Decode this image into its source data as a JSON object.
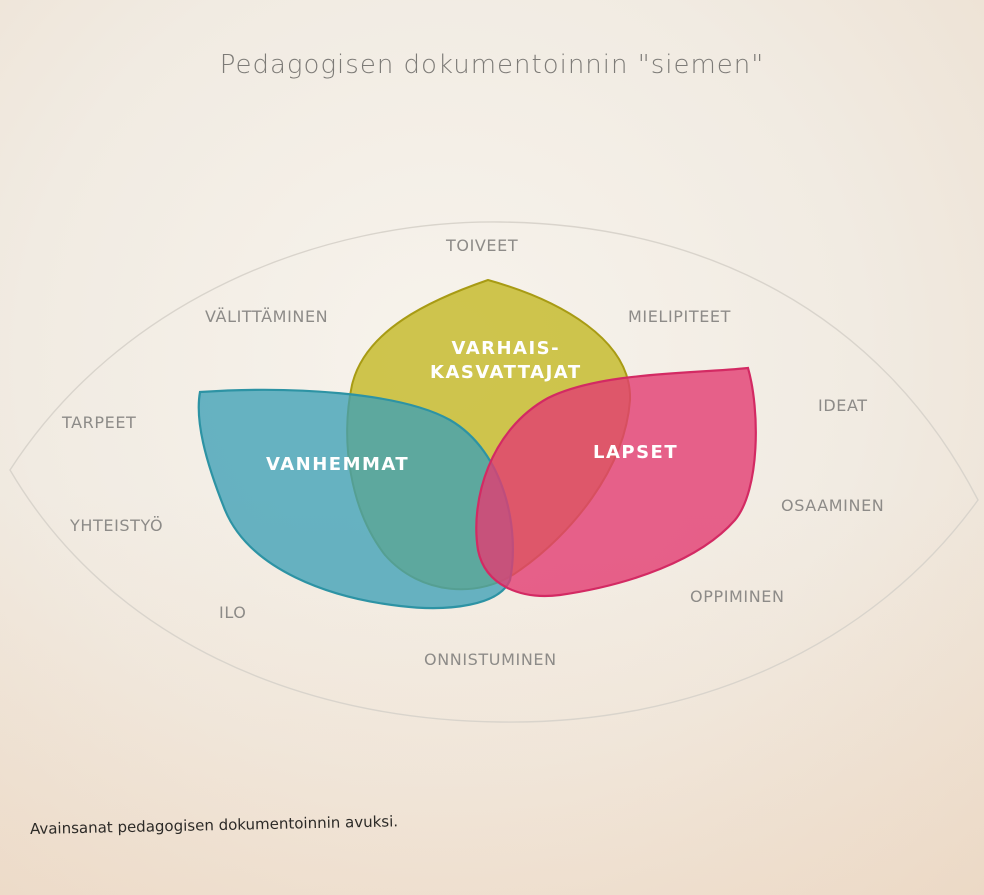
{
  "title": "Pedagogisen dokumentoinnin \"siemen\"",
  "petals": {
    "varhaiskasvattajat_line1": "VARHAIS-",
    "varhaiskasvattajat_line2": "KASVATTAJAT",
    "vanhemmat": "VANHEMMAT",
    "lapset": "LAPSET"
  },
  "keywords": {
    "toiveet": "TOIVEET",
    "valittaminen": "VÄLITTÄMINEN",
    "mielipiteet": "MIELIPITEET",
    "tarpeet": "TARPEET",
    "ideat": "IDEAT",
    "yhteistyo": "YHTEISTYÖ",
    "osaaminen": "OSAAMINEN",
    "ilo": "ILO",
    "oppiminen": "OPPIMINEN",
    "onnistuminen": "ONNISTUMINEN"
  },
  "caption": "Avainsanat pedagogisen dokumentoinnin avuksi.",
  "colors": {
    "yellow_petal": "#c4b92a",
    "teal_petal": "#3ea0b6",
    "pink_petal": "#e23c72"
  }
}
